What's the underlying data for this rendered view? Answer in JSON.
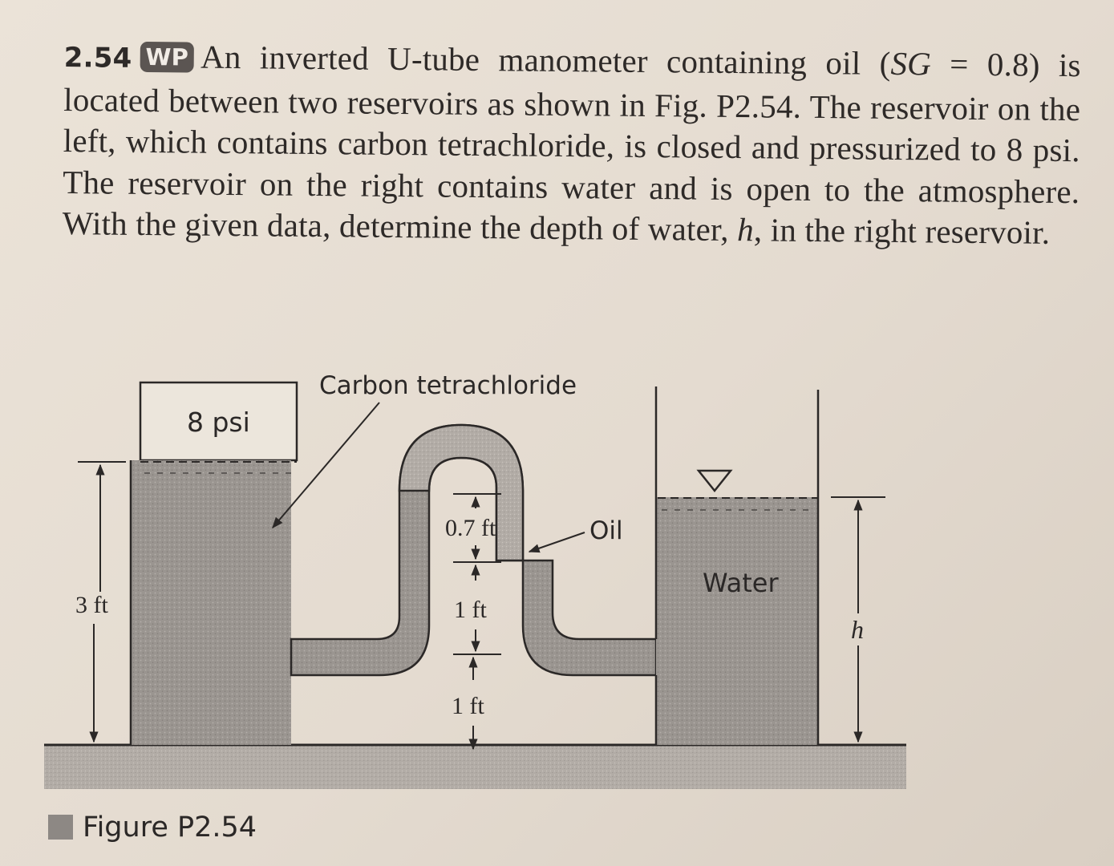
{
  "problem": {
    "number": "2.54",
    "badge": "WP",
    "text_1": "An inverted U-tube manometer containing oil (",
    "sg_symbol": "SG",
    "text_2": " = 0.8) is located between two reservoirs as shown in Fig. P2.54. The reservoir on the left, which contains carbon tetrachloride, is closed and pressurized to 8 psi. The reservoir on the right contains water and is open to the atmosphere. With the given data, determine the depth of water, ",
    "h_symbol": "h",
    "text_3": ", in the right reservoir."
  },
  "figure": {
    "label_fluid_left": "Carbon tetrachloride",
    "label_pressure": "8 psi",
    "label_left_depth": "3 ft",
    "label_dim_top": "0.7 ft",
    "label_dim_mid": "1 ft",
    "label_dim_bottom": "1 ft",
    "label_oil": "Oil",
    "label_water": "Water",
    "label_h": "h",
    "caption": "Figure P2.54",
    "colors": {
      "fluid_fill": "#9a9590",
      "line": "#2b2827",
      "ground": "#9f9a96"
    }
  }
}
